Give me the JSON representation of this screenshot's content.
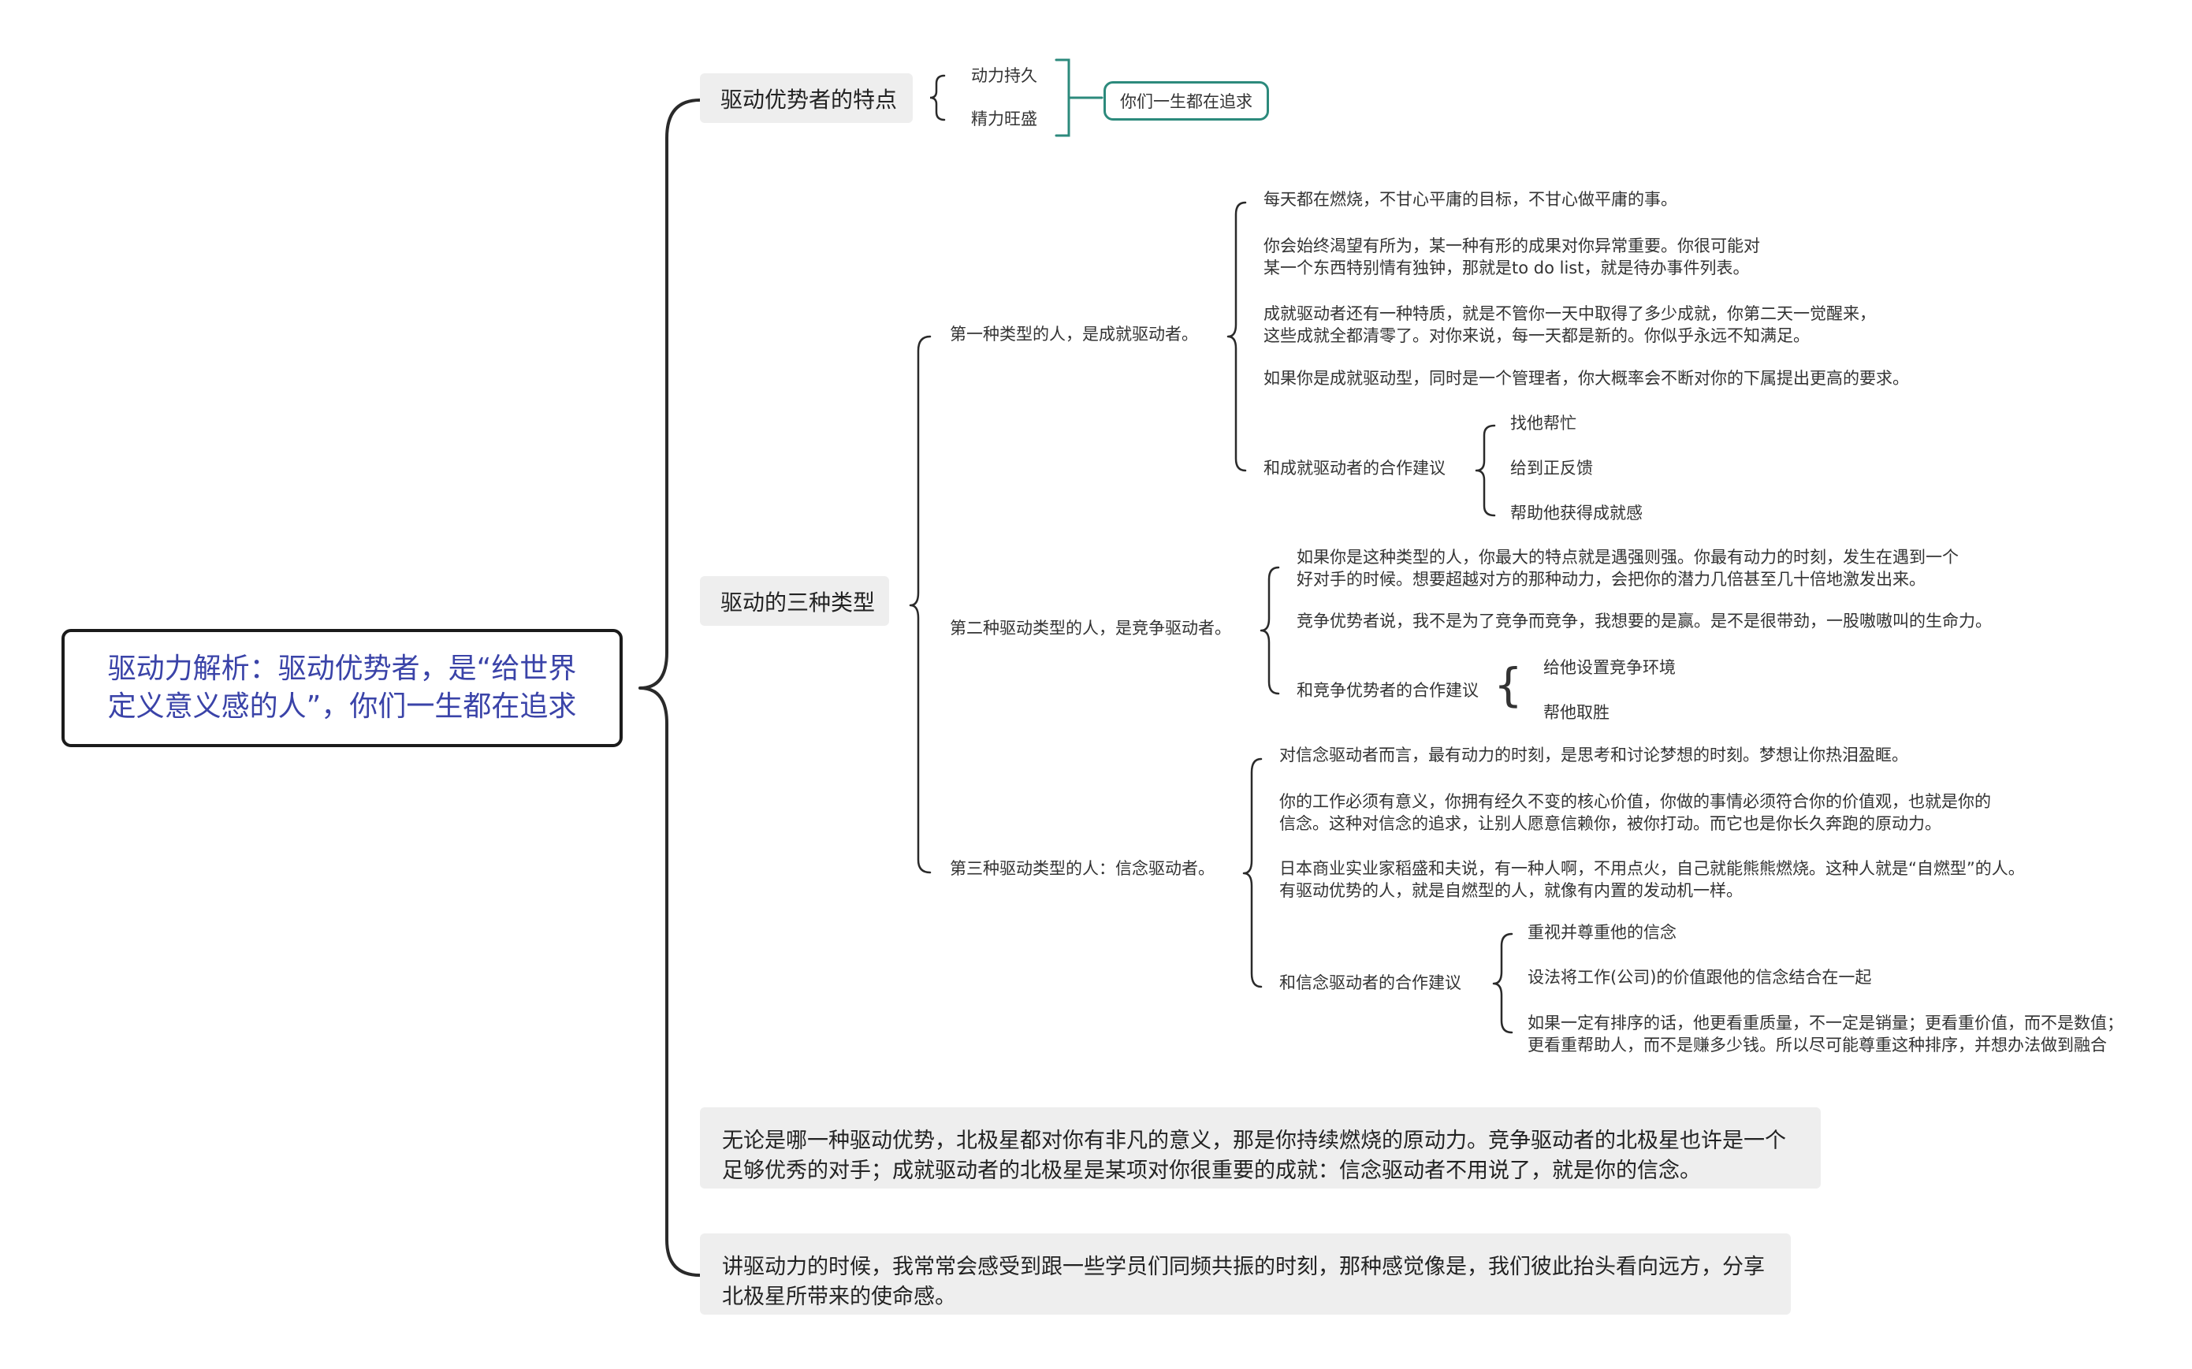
{
  "root": {
    "line1": "驱动力解析：驱动优势者，是“给世界",
    "line2": "定义意义感的人”，你们一生都在追求"
  },
  "features": {
    "title": "驱动优势者的特点",
    "items": [
      "动力持久",
      "精力旺盛"
    ],
    "summary": "你们一生都在追求"
  },
  "types": {
    "title": "驱动的三种类型",
    "achievement": {
      "label": "第一种类型的人，是成就驱动者。",
      "p1": "每天都在燃烧，不甘心平庸的目标，不甘心做平庸的事。",
      "p2": [
        "你会始终渴望有所为，某一种有形的成果对你异常重要。你很可能对",
        "某一个东西特别情有独钟，那就是to do list，就是待办事件列表。"
      ],
      "p3": [
        "成就驱动者还有一种特质，就是不管你一天中取得了多少成就，你第二天一觉醒来，",
        "这些成就全都清零了。对你来说，每一天都是新的。你似乎永远不知满足。"
      ],
      "p4": "如果你是成就驱动型，同时是一个管理者，你大概率会不断对你的下属提出更高的要求。",
      "coop_label": "和成就驱动者的合作建议",
      "coop_items": [
        "找他帮忙",
        "给到正反馈",
        "帮助他获得成就感"
      ]
    },
    "competition": {
      "label": "第二种驱动类型的人，是竞争驱动者。",
      "p1": [
        "如果你是这种类型的人，你最大的特点就是遇强则强。你最有动力的时刻，发生在遇到一个",
        "好对手的时候。想要超越对方的那种动力，会把你的潜力几倍甚至几十倍地激发出来。"
      ],
      "p2": "竞争优势者说，我不是为了竞争而竞争，我想要的是赢。是不是很带劲，一股嗷嗷叫的生命力。",
      "coop_label": "和竞争优势者的合作建议",
      "coop_items": [
        "给他设置竞争环境",
        "帮他取胜"
      ]
    },
    "belief": {
      "label": "第三种驱动类型的人：信念驱动者。",
      "p1": "对信念驱动者而言，最有动力的时刻，是思考和讨论梦想的时刻。梦想让你热泪盈眶。",
      "p2": [
        "你的工作必须有意义，你拥有经久不变的核心价值，你做的事情必须符合你的价值观，也就是你的",
        "信念。这种对信念的追求，让别人愿意信赖你，被你打动。而它也是你长久奔跑的原动力。"
      ],
      "p3": [
        "日本商业实业家稻盛和夫说，有一种人啊，不用点火，自己就能熊熊燃烧。这种人就是“自燃型”的人。",
        "有驱动优势的人，就是自燃型的人，就像有内置的发动机一样。"
      ],
      "coop_label": "和信念驱动者的合作建议",
      "coop_items": [
        "重视并尊重他的信念",
        "设法将工作(公司)的价值跟他的信念结合在一起"
      ],
      "coop_item3": [
        "如果一定有排序的话，他更看重质量，不一定是销量；更看重价值，而不是数值；",
        "更看重帮助人，而不是赚多少钱。所以尽可能尊重这种排序，并想办法做到融合"
      ]
    }
  },
  "northstar": [
    "无论是哪一种驱动优势，北极星都对你有非凡的意义，那是你持续燃烧的原动力。竞争驱动者的北极星也许是一个",
    "足够优秀的对手；成就驱动者的北极星是某项对你很重要的成就：信念驱动者不用说了，就是你的信念。"
  ],
  "resonance": [
    "讲驱动力的时候，我常常会感受到跟一些学员们同频共振的时刻，那种感觉像是，我们彼此抬头看向远方，分享",
    "北极星所带来的使命感。"
  ]
}
